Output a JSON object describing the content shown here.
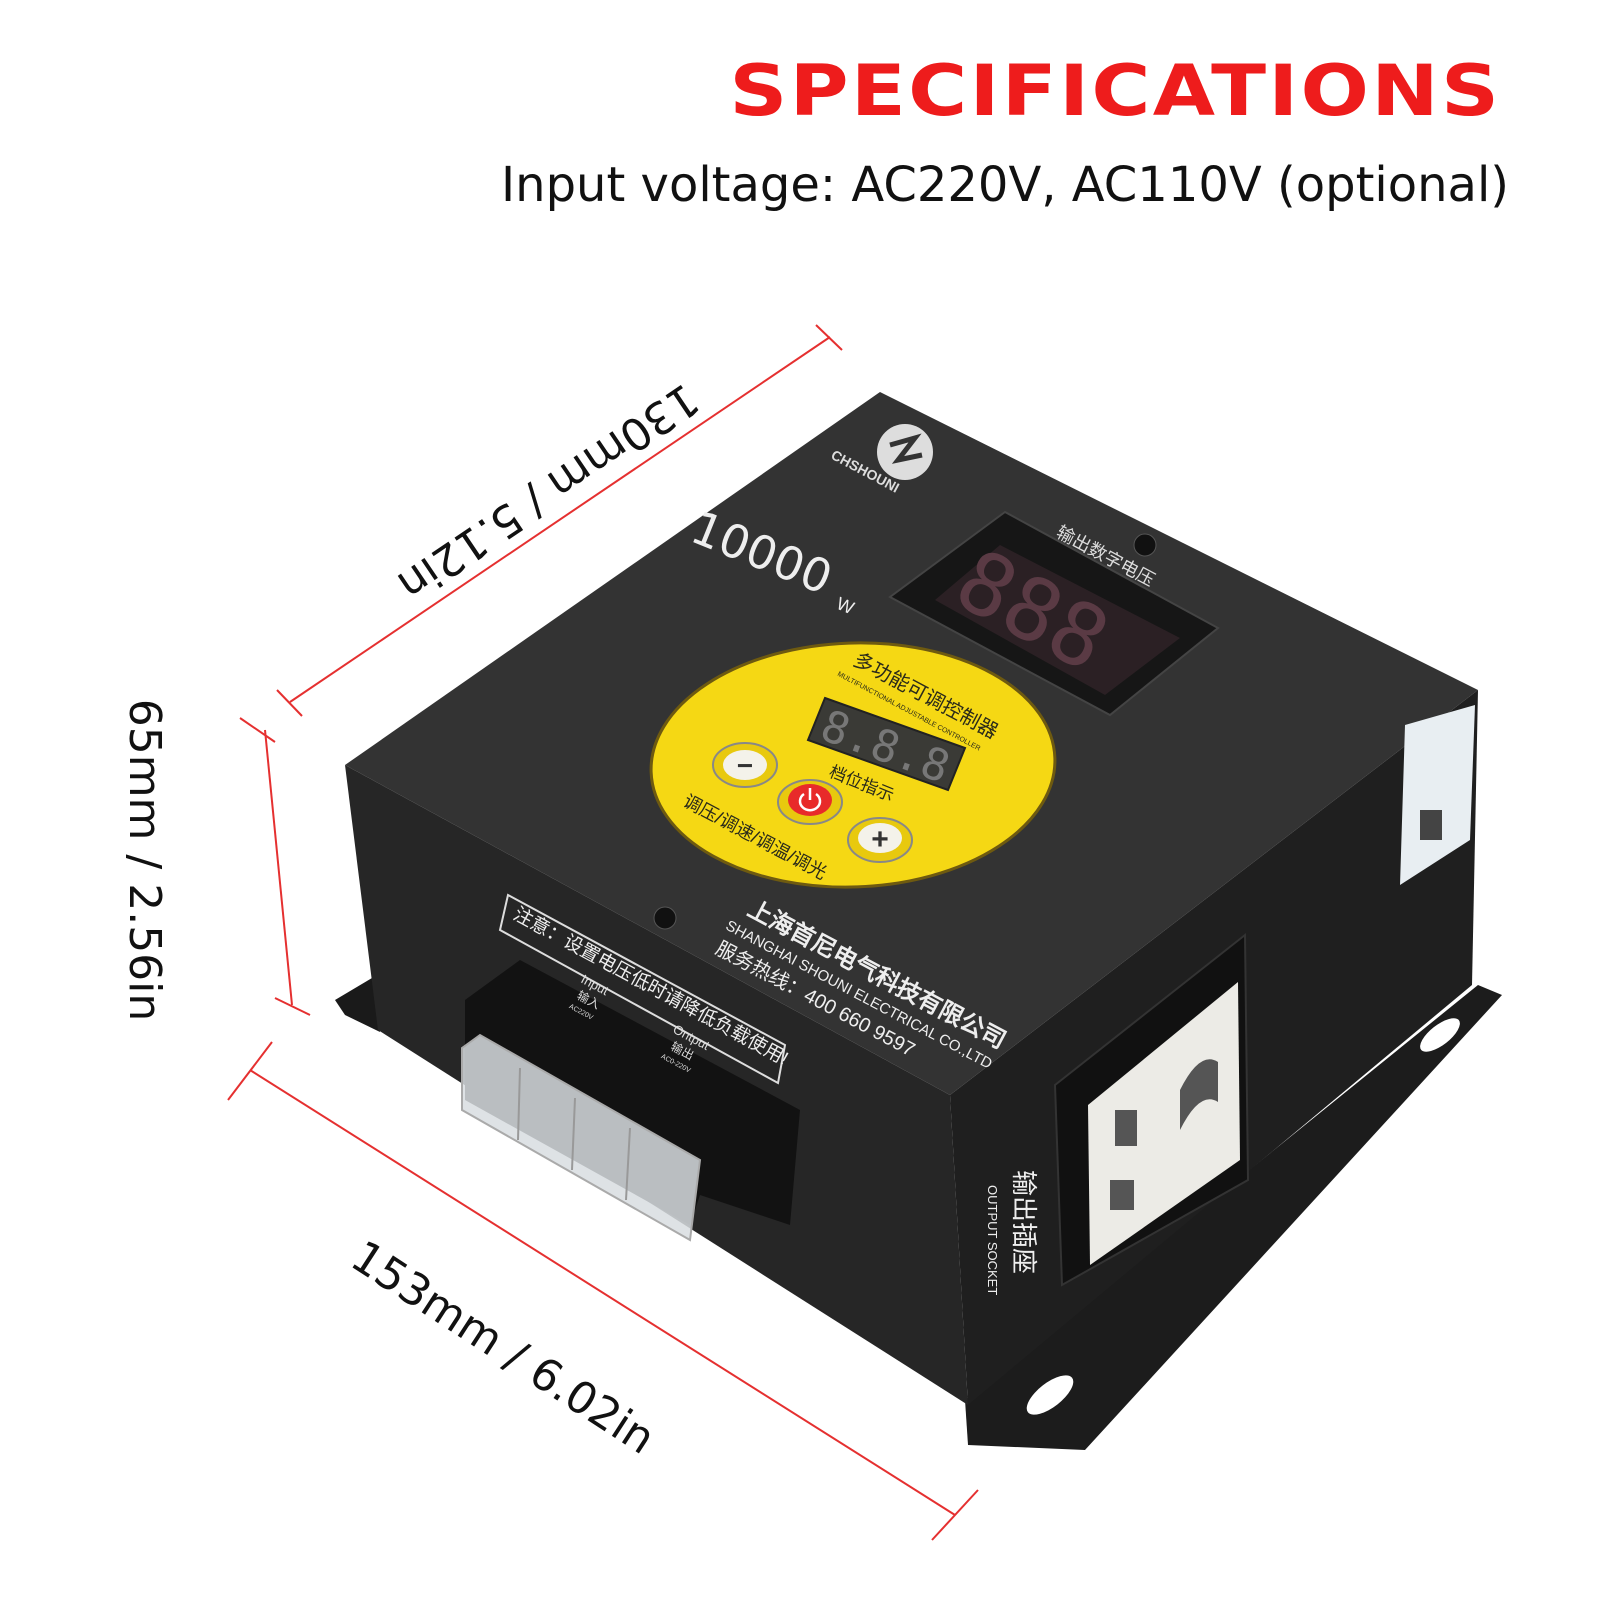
{
  "header": {
    "title": "SPECIFICATIONS",
    "subtitle": "Input voltage: AC220V, AC110V (optional)"
  },
  "dimensions": {
    "depth": "130mm / 5.12in",
    "height": "65mm / 2.56in",
    "width": "153mm / 6.02in"
  },
  "device": {
    "brand": "CHSHOUNI",
    "power_rating": "10000",
    "power_unit": "W",
    "top_display_label": "输出数字电压",
    "top_display_value": "888",
    "panel_title_cn": "多功能可调控制器",
    "panel_title_en": "MULTIFUNCTIONAL ADJUSTABLE CONTROLLER",
    "panel_display_value": "8.8.8",
    "panel_display_label": "档位指示",
    "panel_functions": "调压/调速/调温/调光",
    "minus_label": "−",
    "plus_label": "+",
    "notice": "注意：设置电压低时请降低负载使用!",
    "input_label_en": "Input",
    "input_label_cn": "输入",
    "input_voltage": "AC220V",
    "output_label_en": "Ontput",
    "output_label_cn": "输出",
    "output_voltage": "AC0-220V",
    "company_cn": "上海首尼电气科技有限公司",
    "company_en": "SHANGHAI SHOUNI ELECTRICAL CO.,LTD",
    "hotline": "服务热线：400 660 9597",
    "socket_label_cn": "输出插座",
    "socket_label_en": "OUTPUT SOCKET"
  },
  "colors": {
    "accent_red": "#ee1c1c",
    "case_black": "#2a2a2a",
    "panel_yellow": "#f5d814",
    "dimension_line": "#e53030"
  }
}
